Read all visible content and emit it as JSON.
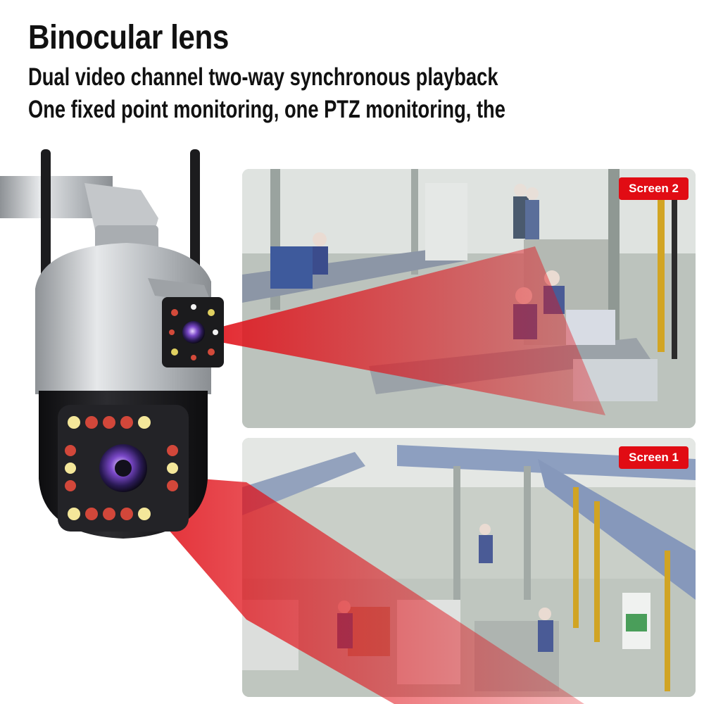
{
  "header": {
    "title": "Binocular lens",
    "line1": "Dual video channel two-way synchronous playback",
    "line2": "One fixed point monitoring, one PTZ monitoring, the"
  },
  "screens": [
    {
      "label": "Screen 2"
    },
    {
      "label": "Screen 1"
    }
  ],
  "colors": {
    "badge": "#e10c14",
    "beam": "#e01018",
    "camera_silver": "#b9bcc0",
    "camera_black": "#1a1a1c",
    "factory_floor": "#c9cfc8"
  }
}
